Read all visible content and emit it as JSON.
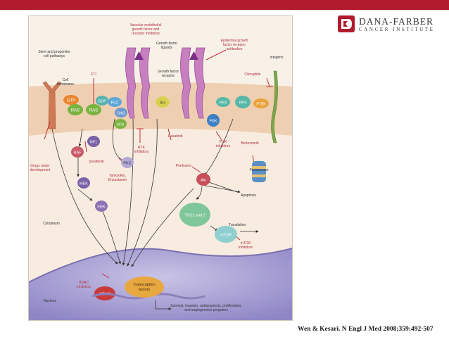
{
  "header": {
    "bar_color": "#b01c2e"
  },
  "logo": {
    "name": "DANA-FARBER",
    "subtitle": "CANCER INSTITUTE",
    "mark_icon": "dana-farber-logo-icon"
  },
  "figure": {
    "labels": {
      "vegf_title": [
        "Vascular endothelial",
        "growth factor and",
        "receptor inhibitors"
      ],
      "ligands": [
        "Growth factor",
        "ligands"
      ],
      "receptor": [
        "Growth factor",
        "receptor"
      ],
      "egfr": [
        "Epidermal growth",
        "factor receptor",
        "antibodies"
      ],
      "integrins": "Integrins",
      "stem": [
        "Stem and progenitor",
        "cell pathways"
      ],
      "membrane": [
        "Cell",
        "membrane"
      ],
      "fti": "FTI",
      "cilengitide": "Cilengitide",
      "drugs_dev": [
        "Drugs under",
        "development"
      ],
      "sorafenib": "Sorafenib",
      "tamoxifen": [
        "Tamoxifen,",
        "Enzastaurin"
      ],
      "rtk": [
        "RTK",
        "inhibitors"
      ],
      "dasatinib": "Dasatinib",
      "pi3k_inh": [
        "PI3K",
        "inhibitors"
      ],
      "bortezomib": "Bortezomib",
      "perifosine": "Perifosine",
      "proteasome": "Proteasome",
      "apoptosis": "Apoptosis",
      "cytoplasm": "Cytoplasm",
      "translation": "Translation",
      "mtor_inh": [
        "mTOR",
        "inhibitors"
      ],
      "hdac_inh": [
        "HDAC",
        "inhibitors"
      ],
      "tf": [
        "Transcription",
        "factors"
      ],
      "nucleus": "Nucleus",
      "outcomes": [
        "Survival, invasion, antiapoptosis, proliferation,",
        "and angiogenesis programs"
      ]
    },
    "nodes": {
      "gtp": "GTP",
      "ras1": "RAS",
      "ras2": "RAS",
      "gdp": "GDP",
      "nf1": "NF1",
      "raf": "RAF",
      "mek": "MEK",
      "erk": "ERK",
      "plc": "PLC",
      "grb2": "Grb2",
      "sos": "SOS",
      "pkc": "PKC",
      "src": "Src",
      "pip2": "PIP2",
      "pip3": "PIP3",
      "pten": "PTEN",
      "pi3k": "PI3K",
      "akt": "Akt",
      "tsc": "TSC1 and 2",
      "mtor": "mTOR",
      "hdac": "HDAC"
    }
  },
  "citation": "Wen & Kesari. N Engl J Med 2008;359:492-507"
}
